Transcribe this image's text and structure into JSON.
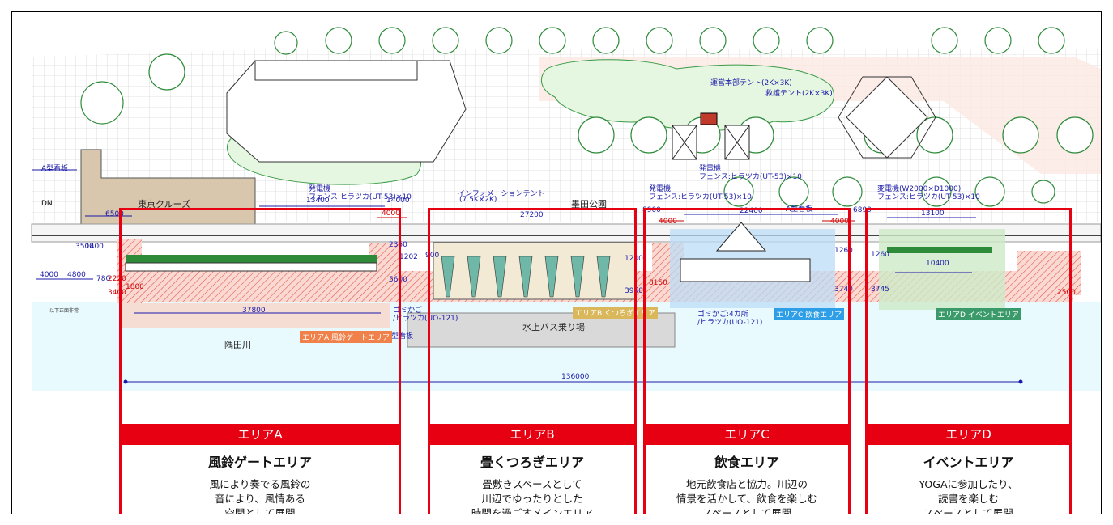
{
  "plan": {
    "labels_text": {
      "cruise": "東京クルーズ",
      "park": "墨田公園",
      "river": "隅田川",
      "bus": "水上バス乗り場",
      "dn": "DN",
      "a_board_left": "A型看板",
      "a_board_mid": "A型看板",
      "a_board_c": "A型看板",
      "info_tent": "インフォメーションテント",
      "info_tent_size": "(7.5K×2K)",
      "hq_tent": "運営本部テント(2K×3K)",
      "rescue_tent": "救護テント(2K×3K)",
      "gen_left": "発電機",
      "fence_left": "フェンス:ヒラツカ(UT-53)×10",
      "gen_b": "発電機",
      "fence_b": "フェンス:ヒラツカ(UT-53)×10",
      "gen_mid": "発電機",
      "fence_mid": "フェンス:ヒラツカ(UT-53)×10",
      "transformer": "変電機(W2000×D1000)",
      "fence_d": "フェンス:ヒラツカ(UT-53)×10",
      "trash_a": "ゴミかご",
      "trash_a_spec": "/ヒラツカ(UO-121)",
      "trash_c": "ゴミかご:4カ所",
      "trash_c_spec": "/ヒラツカ(UO-121)",
      "small_stair": "以下正面非常"
    },
    "dims": {
      "d13400": "13400",
      "d14000": "14000",
      "d27200": "27200",
      "d22400": "22400",
      "d13100": "13100",
      "d6500": "6500",
      "d4000a": "4000",
      "d4800": "4800",
      "d37800": "37800",
      "d136000": "136000",
      "d10400": "10400",
      "d4000b": "4000",
      "d4000c": "4000",
      "d4000d": "4000",
      "d6890": "6890",
      "d8900": "8900",
      "d3500": "3500",
      "d1400": "1400",
      "d2220": "2220",
      "d780": "780",
      "d3400": "3400",
      "d5600": "5600",
      "d2350": "2350",
      "d1800": "1800",
      "d900": "900",
      "d1200": "1200",
      "d3950": "3950",
      "d8150": "8150",
      "d1260": "1260",
      "d3740": "3740",
      "d1260b": "1260",
      "d3745": "3745",
      "d2500": "2500",
      "d1202": "1202"
    },
    "area_tags": {
      "a": "エリアA 風鈴ゲートエリア",
      "b": "エリアB くつろぎエリア",
      "c": "エリアC 飲食エリア",
      "d": "エリアD イベントエリア"
    }
  },
  "areas": [
    {
      "header": "エリアA",
      "title": "風鈴ゲートエリア",
      "desc": [
        "風により奏でる風鈴の",
        "音により、風情ある",
        "空間として展開"
      ]
    },
    {
      "header": "エリアB",
      "title": "畳くつろぎエリア",
      "desc": [
        "畳敷きスペースとして",
        "川辺でゆったりとした",
        "時間を過ごすメインエリア"
      ]
    },
    {
      "header": "エリアC",
      "title": "飲食エリア",
      "desc": [
        "地元飲食店と協力。川辺の",
        "情景を活かして、飲食を楽しむ",
        "スペースとして展開"
      ]
    },
    {
      "header": "エリアD",
      "title": "イベントエリア",
      "desc": [
        "YOGAに参加したり、",
        "読書を楽しむ",
        "スペースとして展開"
      ]
    }
  ],
  "colors": {
    "accent": "#e60012",
    "dimension": "#1a1aa8",
    "water": "#e8fafd",
    "tree": "#2e8b3a"
  }
}
